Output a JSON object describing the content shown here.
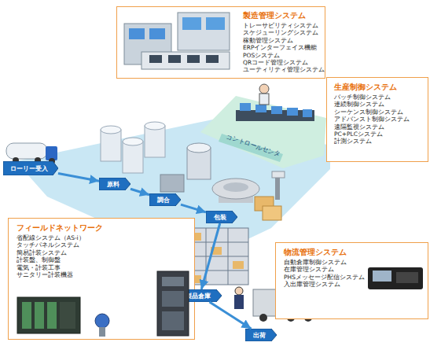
{
  "diagram": {
    "nodes": [
      {
        "text": [
          "製造管理システム",
          "トレーサビリティシステム",
          "スケジューリングシステム",
          "稼動管理システム",
          "ERPインターフェイス機能",
          "POSシステム",
          "QRコード管理システム",
          "ユーティリティ管理システム"
        ]
      },
      {
        "text": [
          "生産制御システム",
          "バッチ制御システム",
          "連続制御システム",
          "シーケンス制御システム",
          "アドバンスト制御システム",
          "遠隔監視システム",
          "PC+PLCシステム",
          "計測システム"
        ]
      },
      {
        "text": [
          "ローリー受入"
        ]
      },
      {
        "text": [
          "原料"
        ]
      },
      {
        "text": [
          "調合"
        ]
      },
      {
        "text": [
          "包装"
        ]
      },
      {
        "text": [
          "フィールドネットワーク",
          "省配線システム（AS-i）",
          "タッチパネルシステム",
          "簡易計装システム",
          "計装盤、制御盤",
          "電気・計装工事",
          "サニタリー計装機器"
        ]
      },
      {
        "text": [
          "物流管理システム",
          "自動倉庫制御システム",
          "在庫管理システム",
          "PHSメッセージ配信システム",
          "入出庫管理システム"
        ]
      },
      {
        "text": [
          "製品倉庫"
        ]
      },
      {
        "text": [
          "出荷"
        ]
      }
    ],
    "edges": [
      {
        "from": 2,
        "to": 3,
        "arrow": "to"
      },
      {
        "from": 3,
        "to": 4,
        "arrow": "to"
      },
      {
        "from": 4,
        "to": 5,
        "arrow": "to"
      },
      {
        "from": 5,
        "to": 8,
        "arrow": "to"
      },
      {
        "from": 8,
        "to": 9,
        "arrow": "to"
      }
    ],
    "labels": [
      "コントロールセンタ"
    ]
  }
}
